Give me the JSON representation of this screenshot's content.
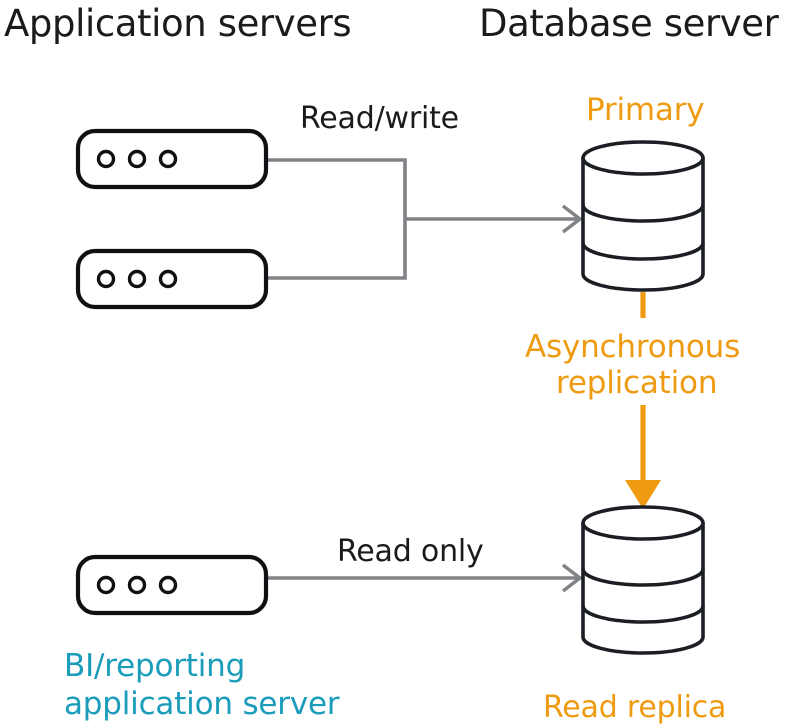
{
  "diagram": {
    "title_left": "Application servers",
    "title_right": "Database server",
    "background_color": "#ffffff"
  },
  "colors": {
    "orange": "#ef9b12",
    "teal": "#1a9cba",
    "dark": "#1b1b1d",
    "connector_gray": "#808285"
  },
  "headers": [
    {
      "label": "Application servers"
    },
    {
      "label": "Database server"
    }
  ],
  "app_servers": [
    {
      "name": "app-server-1",
      "leds": 3
    },
    {
      "name": "app-server-2",
      "leds": 3
    },
    {
      "name": "bi-reporting-server",
      "leds": 3,
      "label_line1": "BI/reporting",
      "label_line2": "application server"
    }
  ],
  "databases": [
    {
      "name": "primary-database",
      "label": "Primary",
      "bands": 3
    },
    {
      "name": "read-replica-database",
      "label": "Read replica",
      "bands": 3
    }
  ],
  "connections": [
    {
      "name": "read-write-connection",
      "label": "Read/write",
      "color": "#808285"
    },
    {
      "name": "read-only-connection",
      "label": "Read only",
      "color": "#808285"
    },
    {
      "name": "replication-connection",
      "label_line1": "Asynchronous",
      "label_line2": "replication",
      "color": "#ef9b12"
    }
  ],
  "labels": {
    "read_write": "Read/write",
    "read_only": "Read only",
    "primary": "Primary",
    "read_replica": "Read replica",
    "async_line1": "Asynchronous",
    "async_line2": "replication",
    "bi_line1": "BI/reporting",
    "bi_line2": "application server"
  }
}
